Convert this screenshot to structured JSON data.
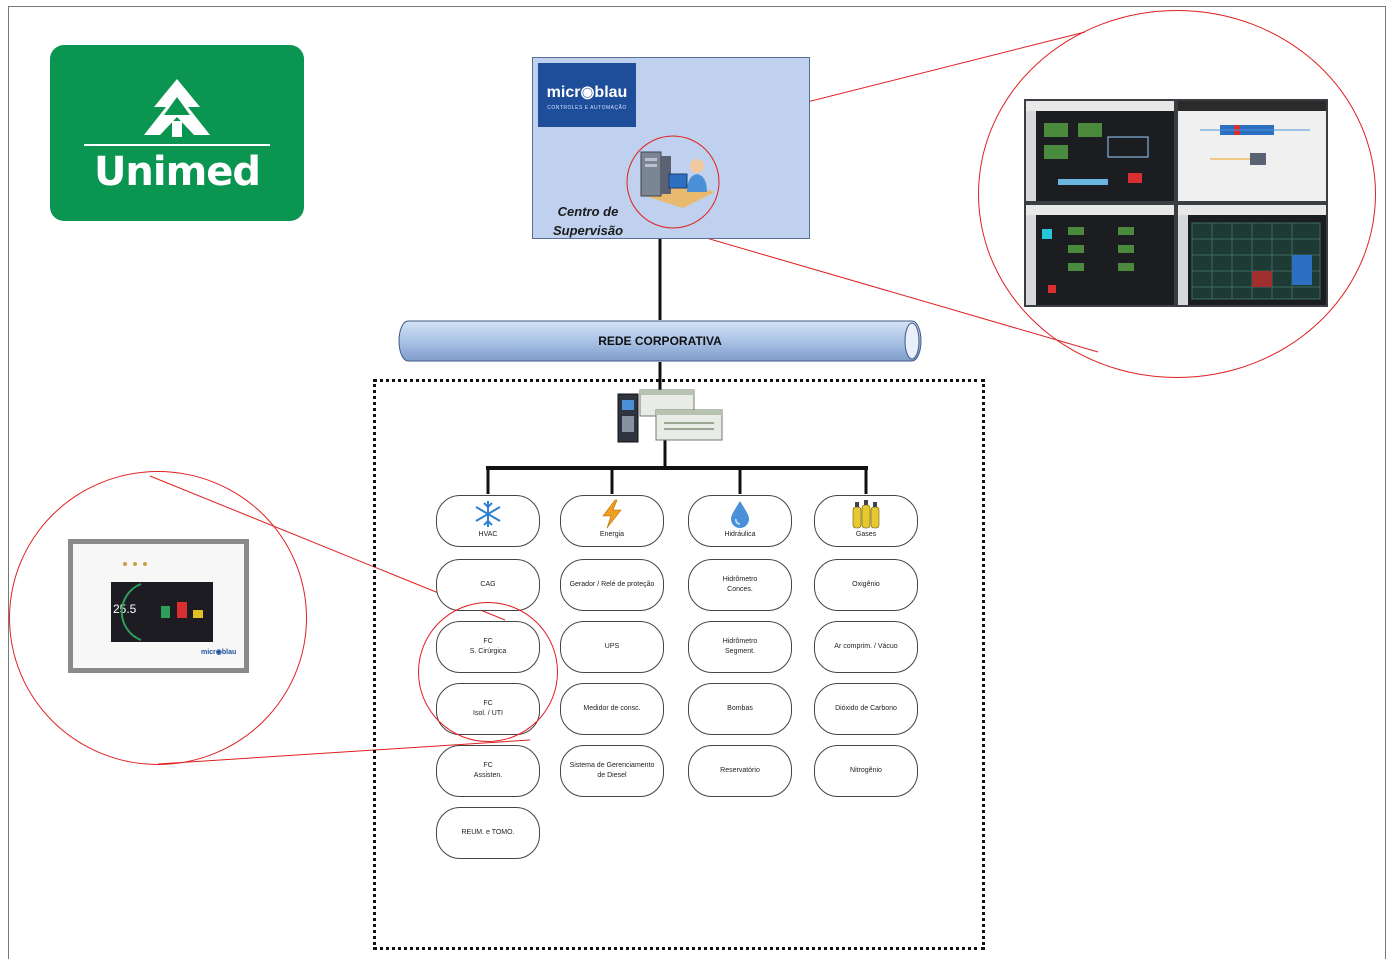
{
  "logo": {
    "text": "Unimed"
  },
  "supervision": {
    "brand": "micr◉blau",
    "brand_sub": "CONTROLES E AUTOMAÇÃO",
    "label_line1": "Centro de",
    "label_line2": "Supervisão"
  },
  "network": {
    "label": "REDE CORPORATIVA"
  },
  "hmi": {
    "display_value": "25.5",
    "brand": "micr◉blau"
  },
  "categories": [
    {
      "label": "HVAC",
      "icon": "snowflake-icon",
      "items": [
        "CAG",
        "FC\nS. Cirúrgica",
        "FC\nIsol. / UTI",
        "FC\nAssisten.",
        "REUM. e TOMO."
      ]
    },
    {
      "label": "Energia",
      "icon": "lightning-icon",
      "items": [
        "Gerador / Relé de proteção",
        "UPS",
        "Medidor de consc.",
        "Sistema de Gerenciamento\nde Diesel"
      ]
    },
    {
      "label": "Hidráulica",
      "icon": "water-drop-icon",
      "items": [
        "Hidrômetro\nConces.",
        "Hidrômetro\nSegment.",
        "Bombas",
        "Reservatório"
      ]
    },
    {
      "label": "Gases",
      "icon": "gas-cylinders-icon",
      "items": [
        "Oxigênio",
        "Ar comprim. / Vácuo",
        "Dióxido de Carbono",
        "Nitrogênio"
      ]
    }
  ],
  "colors": {
    "unimed_green": "#0a9550",
    "supervision_bg": "#bfd1ee",
    "network_pipe": "#a9c2e6",
    "zoom_circle": "#e02020"
  }
}
